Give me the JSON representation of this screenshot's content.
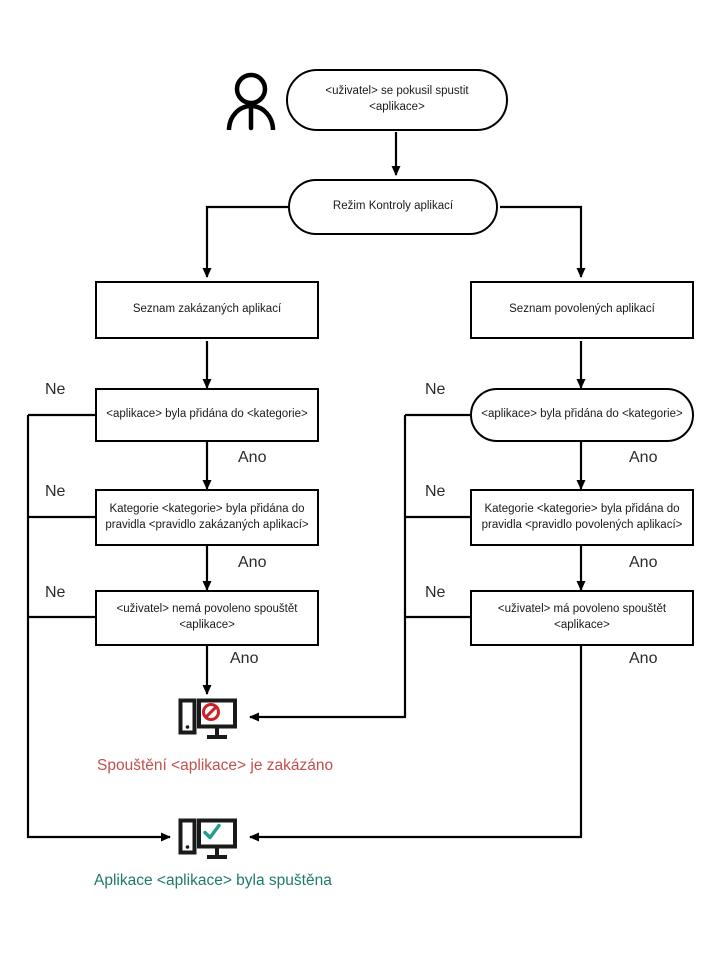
{
  "diagram": {
    "title": "Application Control mode decision flow",
    "actor": {
      "icon": "user-person-icon",
      "label": ""
    },
    "nodes": {
      "start": {
        "line1": "<uživatel> se pokusil spustit",
        "line2": "<aplikace>",
        "shape": "rounded"
      },
      "mode": {
        "line1": "Režim Kontroly aplikací",
        "shape": "rounded"
      },
      "denied_list": {
        "line1": "Seznam zakázaných aplikací",
        "shape": "rect"
      },
      "allowed_list": {
        "line1": "Seznam povolených aplikací",
        "shape": "rect"
      },
      "left_q1": {
        "line1": "<aplikace> byla přidána do <kategorie>",
        "shape": "rect"
      },
      "right_q1": {
        "line1": "<aplikace> byla přidána do <kategorie>",
        "shape": "rounded"
      },
      "left_q2": {
        "line1": "Kategorie <kategorie> byla přidána do",
        "line2": "pravidla <pravidlo zakázaných aplikací>",
        "shape": "rect"
      },
      "right_q2": {
        "line1": "Kategorie <kategorie> byla přidána do",
        "line2": "pravidla <pravidlo povolených aplikací>",
        "shape": "rect"
      },
      "left_q3": {
        "line1": "<uživatel> nemá povoleno spouštět",
        "line2": "<aplikace>",
        "shape": "rect"
      },
      "right_q3": {
        "line1": "<uživatel> má povoleno spouštět",
        "line2": "<aplikace>",
        "shape": "rect"
      }
    },
    "edge_labels": {
      "no": "Ne",
      "yes": "Ano",
      "left_no_1": "Ne",
      "left_no_2": "Ne",
      "left_no_3": "Ne",
      "left_yes_1": "Ano",
      "left_yes_2": "Ano",
      "left_yes_3": "Ano",
      "right_no_1": "Ne",
      "right_no_2": "Ne",
      "right_no_3": "Ne",
      "right_yes_1": "Ano",
      "right_yes_2": "Ano",
      "right_yes_3": "Ano"
    },
    "outcomes": {
      "blocked": {
        "icon": "computer-blocked-icon",
        "caption": "Spouštění <aplikace> je zakázáno",
        "color": "#c0504d"
      },
      "started": {
        "icon": "computer-allowed-icon",
        "caption": "Aplikace <aplikace> byla spuštěna",
        "color": "#1f7a6c"
      }
    },
    "colors": {
      "stroke": "#000000",
      "text": "#1a1a1a",
      "denied": "#c0504d",
      "allowed": "#1f7a6c",
      "background": "#ffffff"
    }
  }
}
